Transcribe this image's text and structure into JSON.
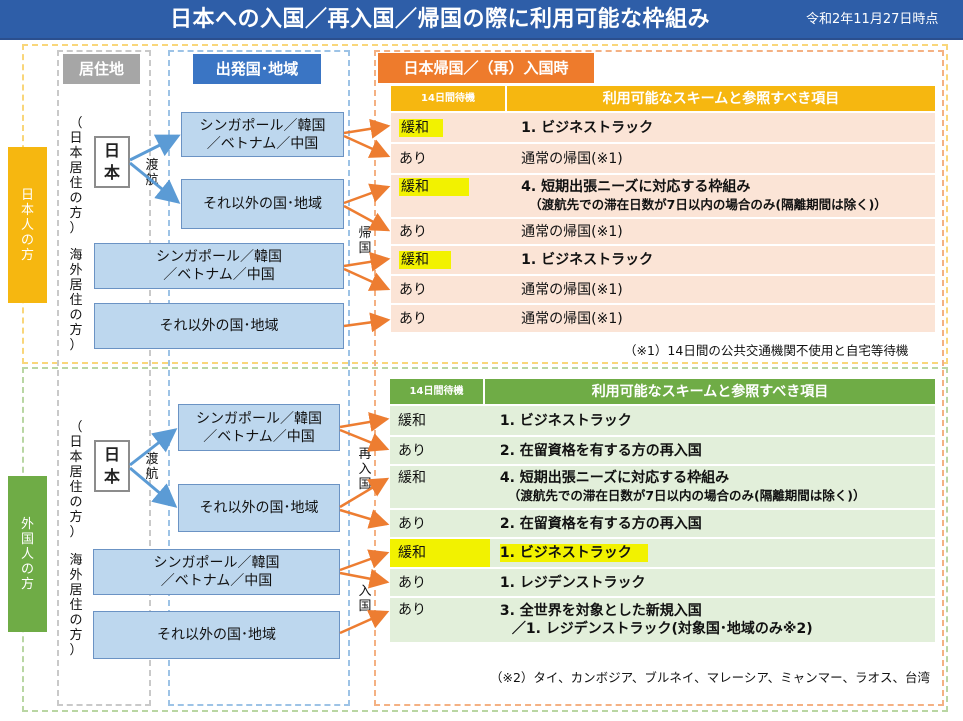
{
  "title": "日本への入国／再入国／帰国の際に利用可能な枠組み",
  "date": "令和2年11月27日時点",
  "column_headers": {
    "residence": "居住地",
    "departure": "出発国･地域",
    "arrival_jp": "日本帰国／（再）入国時"
  },
  "groups": {
    "japanese": {
      "label": [
        "日",
        "本",
        "人",
        "の",
        "方"
      ]
    },
    "foreign": {
      "label": [
        "外",
        "国",
        "人",
        "の",
        "方"
      ]
    }
  },
  "residence": {
    "japan": [
      "（",
      "日",
      "本",
      "居",
      "住",
      "の",
      "方",
      "）"
    ],
    "overseas": [
      "海",
      "外",
      "居",
      "住",
      "の",
      "方",
      "）"
    ],
    "japan_box": "日本",
    "travel": [
      "渡",
      "航"
    ]
  },
  "return_label": [
    "帰",
    "国"
  ],
  "reentry_label": [
    "再",
    "入",
    "国"
  ],
  "entry_label": [
    "入",
    "国"
  ],
  "departure": {
    "sg_line1": "シンガポール／韓国",
    "sg_line2": "／ベトナム／中国",
    "other": "それ以外の国･地域"
  },
  "table": {
    "col1": "14日間待機",
    "col2": "利用可能なスキームと参照すべき項目"
  },
  "jp_rows": [
    {
      "status": "緩和",
      "item": "1. ビジネストラック",
      "highlight": true
    },
    {
      "status": "あり",
      "item": "通常の帰国(※1)"
    },
    {
      "status": "緩和",
      "item": "4. 短期出張ニーズに対応する枠組み",
      "sub": "（渡航先での滞在日数が7日以内の場合のみ(隔離期間は除く)）",
      "highlight": true
    },
    {
      "status": "あり",
      "item": "通常の帰国(※1)"
    },
    {
      "status": "緩和",
      "item": "1. ビジネストラック",
      "highlight": true
    },
    {
      "status": "あり",
      "item": "通常の帰国(※1)"
    },
    {
      "status": "あり",
      "item": "通常の帰国(※1)"
    }
  ],
  "fr_rows": [
    {
      "status": "緩和",
      "item": "1. ビジネストラック"
    },
    {
      "status": "あり",
      "item": "2. 在留資格を有する方の再入国"
    },
    {
      "status": "緩和",
      "item": "4. 短期出張ニーズに対応する枠組み",
      "sub": "（渡航先での滞在日数が7日以内の場合のみ(隔離期間は除く)）"
    },
    {
      "status": "あり",
      "item": "2. 在留資格を有する方の再入国"
    },
    {
      "status": "緩和",
      "item": "1. ビジネストラック",
      "highlight": true
    },
    {
      "status": "あり",
      "item": "1. レジデンストラック"
    },
    {
      "status": "あり",
      "item": "3. 全世界を対象とした新規入国",
      "sub": "／1. レジデンストラック(対象国･地域のみ※2)"
    }
  ],
  "notes": {
    "note1": "（※1）14日間の公共交通機関不使用と自宅等待機",
    "note2": "（※2）タイ、カンボジア、ブルネイ、マレーシア、ミャンマー、ラオス、台湾"
  },
  "colors": {
    "header_blue": "#2e5ea8",
    "japanese_yellow": "#f6b710",
    "foreign_green": "#6fac46",
    "arrow_orange": "#ed7d31",
    "arrow_blue": "#5b9bd5",
    "highlight": "#f2f200"
  }
}
